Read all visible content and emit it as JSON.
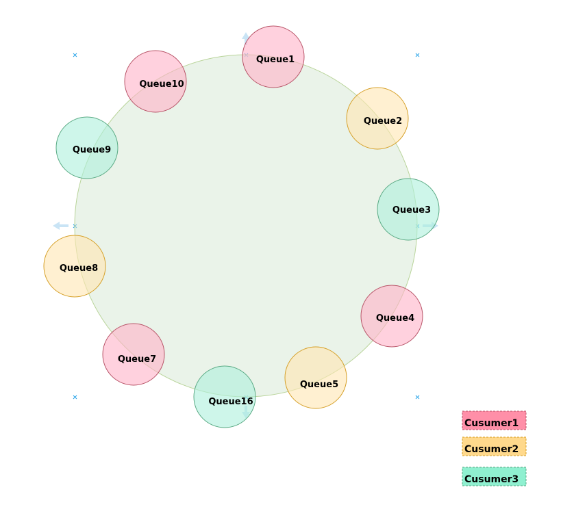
{
  "colors": {
    "ring_fill": "#d5e8d4",
    "ring_stroke": "#b9d49a",
    "pink_fill": "#ffb3c8",
    "pink_stroke": "#b85468",
    "yellow_fill": "#ffe6b3",
    "yellow_stroke": "#d6a028",
    "green_fill": "#aef0dc",
    "green_stroke": "#5aaa84",
    "legend_pink_fill": "#ff8fa8",
    "legend_pink_stroke": "#b85468",
    "legend_yellow_fill": "#ffd98c",
    "legend_yellow_stroke": "#d6a028",
    "legend_green_fill": "#8ff0d0",
    "legend_green_stroke": "#5aaa84",
    "handle": "#29a3e8",
    "arrow": "#c9e4f5"
  },
  "queues": [
    {
      "id": "q1",
      "label": "Queue1",
      "group": "pink"
    },
    {
      "id": "q2",
      "label": "Queue2",
      "group": "yellow"
    },
    {
      "id": "q3",
      "label": "Queue3",
      "group": "green"
    },
    {
      "id": "q4",
      "label": "Queue4",
      "group": "pink"
    },
    {
      "id": "q5",
      "label": "Queue5",
      "group": "yellow"
    },
    {
      "id": "q16",
      "label": "Queue16",
      "group": "green"
    },
    {
      "id": "q7",
      "label": "Queue7",
      "group": "pink"
    },
    {
      "id": "q8",
      "label": "Queue8",
      "group": "yellow"
    },
    {
      "id": "q9",
      "label": "Queue9",
      "group": "green"
    },
    {
      "id": "q10",
      "label": "Queue10",
      "group": "pink"
    }
  ],
  "legend": [
    {
      "label": "Cusumer1",
      "group": "pink"
    },
    {
      "label": "Cusumer2",
      "group": "yellow"
    },
    {
      "label": "Cusumer3",
      "group": "green"
    }
  ]
}
